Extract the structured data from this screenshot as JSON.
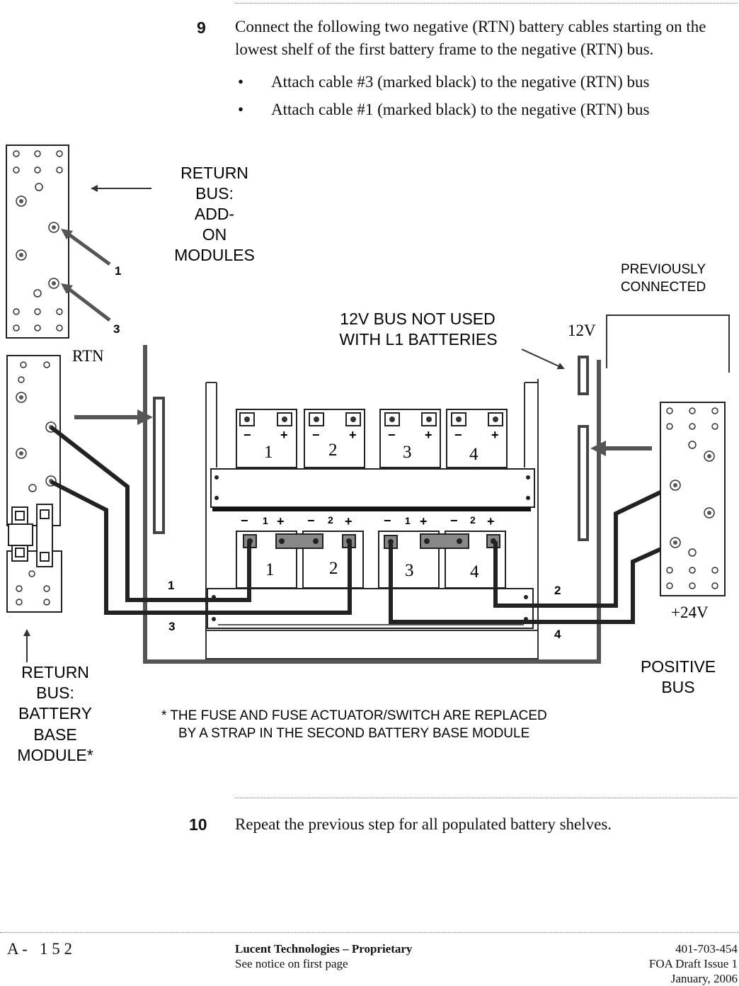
{
  "step9": {
    "number": "9",
    "text": "Connect the following two negative (RTN) battery cables starting on the lowest shelf of the first battery frame to the negative (RTN) bus.",
    "bullets": [
      "Attach cable #3 (marked black) to the negative (RTN) bus",
      "Attach cable #1 (marked black) to the negative (RTN) bus"
    ]
  },
  "diagram": {
    "return_bus_addon": [
      "RETURN",
      "BUS:",
      "ADD-",
      "ON",
      "MODULES"
    ],
    "return_bus_base": [
      "RETURN",
      "BUS:",
      "BATTERY",
      "BASE",
      "MODULE*"
    ],
    "positive_bus": [
      "POSITIVE",
      "BUS"
    ],
    "previously_connected": [
      "PREVIOUSLY",
      "CONNECTED"
    ],
    "bus_not_used": [
      "12V BUS NOT USED",
      "WITH L1 BATTERIES"
    ],
    "rtn_label": "RTN",
    "v12_label": "12V",
    "v24_label": "+24V",
    "cable_1": "1",
    "cable_3": "3",
    "cable_2": "2",
    "cable_4": "4",
    "battery_numbers": [
      "1",
      "2",
      "3",
      "4"
    ],
    "terminal_numbers": [
      "1",
      "2",
      "1",
      "2"
    ],
    "minus_sign": "−",
    "plus_sign": "+",
    "note": [
      "* THE FUSE AND FUSE ACTUATOR/SWITCH ARE REPLACED",
      "BY A STRAP IN THE SECOND BATTERY BASE MODULE"
    ]
  },
  "step10": {
    "number": "10",
    "text": "Repeat the previous step for all populated battery shelves."
  },
  "footer": {
    "page": "A -   1 5 2",
    "company": "Lucent Technologies – Proprietary",
    "notice": "See notice on first page",
    "doc_number": "401-703-454",
    "issue": "FOA Draft Issue 1",
    "date": "January, 2006"
  }
}
